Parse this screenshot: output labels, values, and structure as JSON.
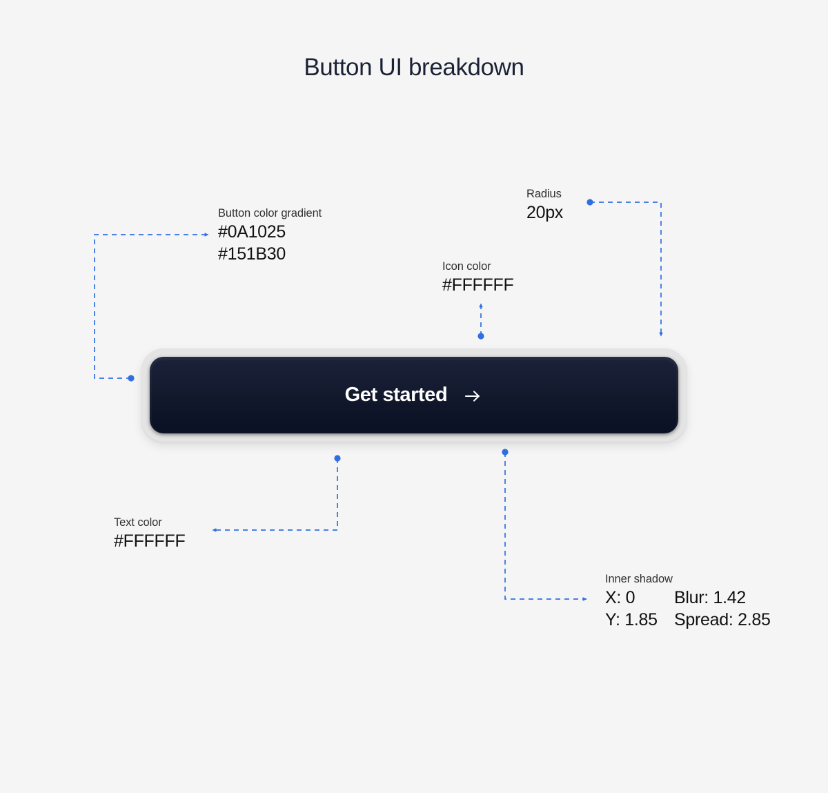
{
  "page": {
    "title": "Button UI breakdown",
    "background_color": "#F5F5F5",
    "accent_color": "#2F6FE0"
  },
  "button": {
    "label": "Get started",
    "arrow_icon": "arrow-right-icon",
    "text_color": "#FFFFFF",
    "radius": "20px",
    "gradient_from": "#0A1025",
    "gradient_to": "#151B30",
    "ring_color": "#E4E4E4"
  },
  "annotations": {
    "gradient": {
      "label": "Button color gradient",
      "value_1": "#0A1025",
      "value_2": "#151B30"
    },
    "radius": {
      "label": "Radius",
      "value": "20px"
    },
    "icon_color": {
      "label": "Icon color",
      "value": "#FFFFFF"
    },
    "text_color": {
      "label": "Text color",
      "value": "#FFFFFF"
    },
    "inner_shadow": {
      "label": "Inner shadow",
      "x": "X: 0",
      "y": "Y: 1.85",
      "blur": "Blur: 1.42",
      "spread": "Spread: 2.85"
    }
  }
}
